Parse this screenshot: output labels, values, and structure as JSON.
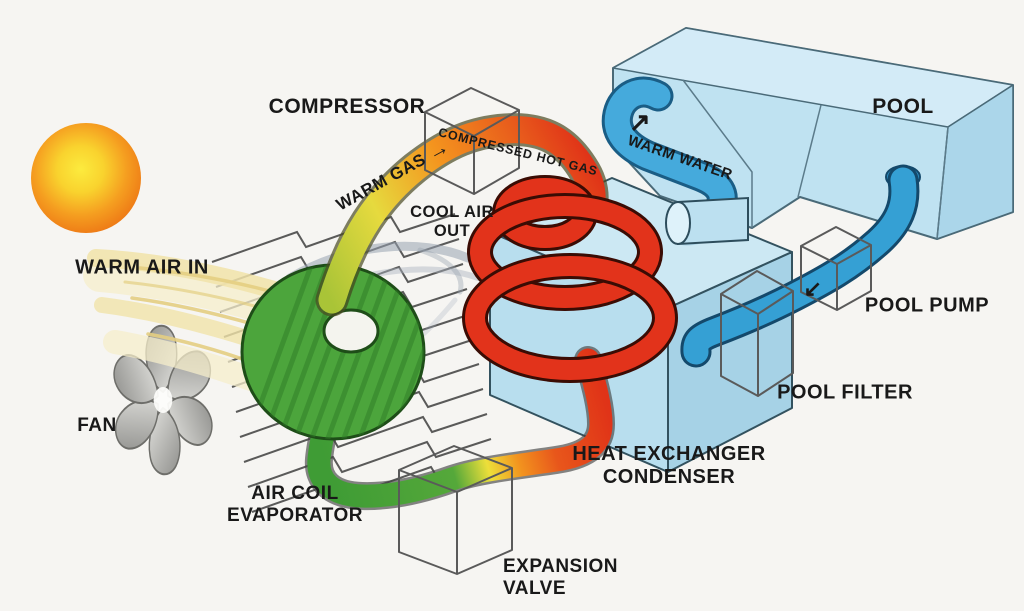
{
  "diagram": {
    "labels": {
      "compressor": "COMPRESSOR",
      "warm_gas": "WARM GAS",
      "warm_gas_arrow": "→",
      "compressed_hot_gas": "COMPRESSED HOT GAS",
      "cool_air_out_line1": "COOL AIR",
      "cool_air_out_line2": "OUT",
      "pool": "POOL",
      "warm_water": "WARM WATER",
      "warm_water_arrow": "↗",
      "pool_pump": "POOL PUMP",
      "pool_pump_arrow": "↙",
      "pool_filter": "POOL FILTER",
      "heat_exchanger_line1": "HEAT EXCHANGER",
      "heat_exchanger_line2": "CONDENSER",
      "expansion_valve_line1": "EXPANSION",
      "expansion_valve_line2": "VALVE",
      "air_coil_line1": "AIR COIL",
      "air_coil_line2": "EVAPORATOR",
      "warm_air_in": "WARM AIR IN",
      "fan": "FAN"
    },
    "colors": {
      "background": "#f6f5f2",
      "label_text": "#191919",
      "sun_core": "#FCEB3E",
      "sun_edge": "#EE7A16",
      "pool_water": "#BFE2F1",
      "water_pipe_blue": "#35A0D4",
      "hot_gas_red": "#E03318",
      "warm_gas_orange": "#F4941E",
      "warm_gas_yellow": "#EDDF3A",
      "cold_liquid_green": "#4CA53C",
      "fan_gray": "#9a9a98",
      "warm_air_streak": "#F1E3A9"
    }
  }
}
